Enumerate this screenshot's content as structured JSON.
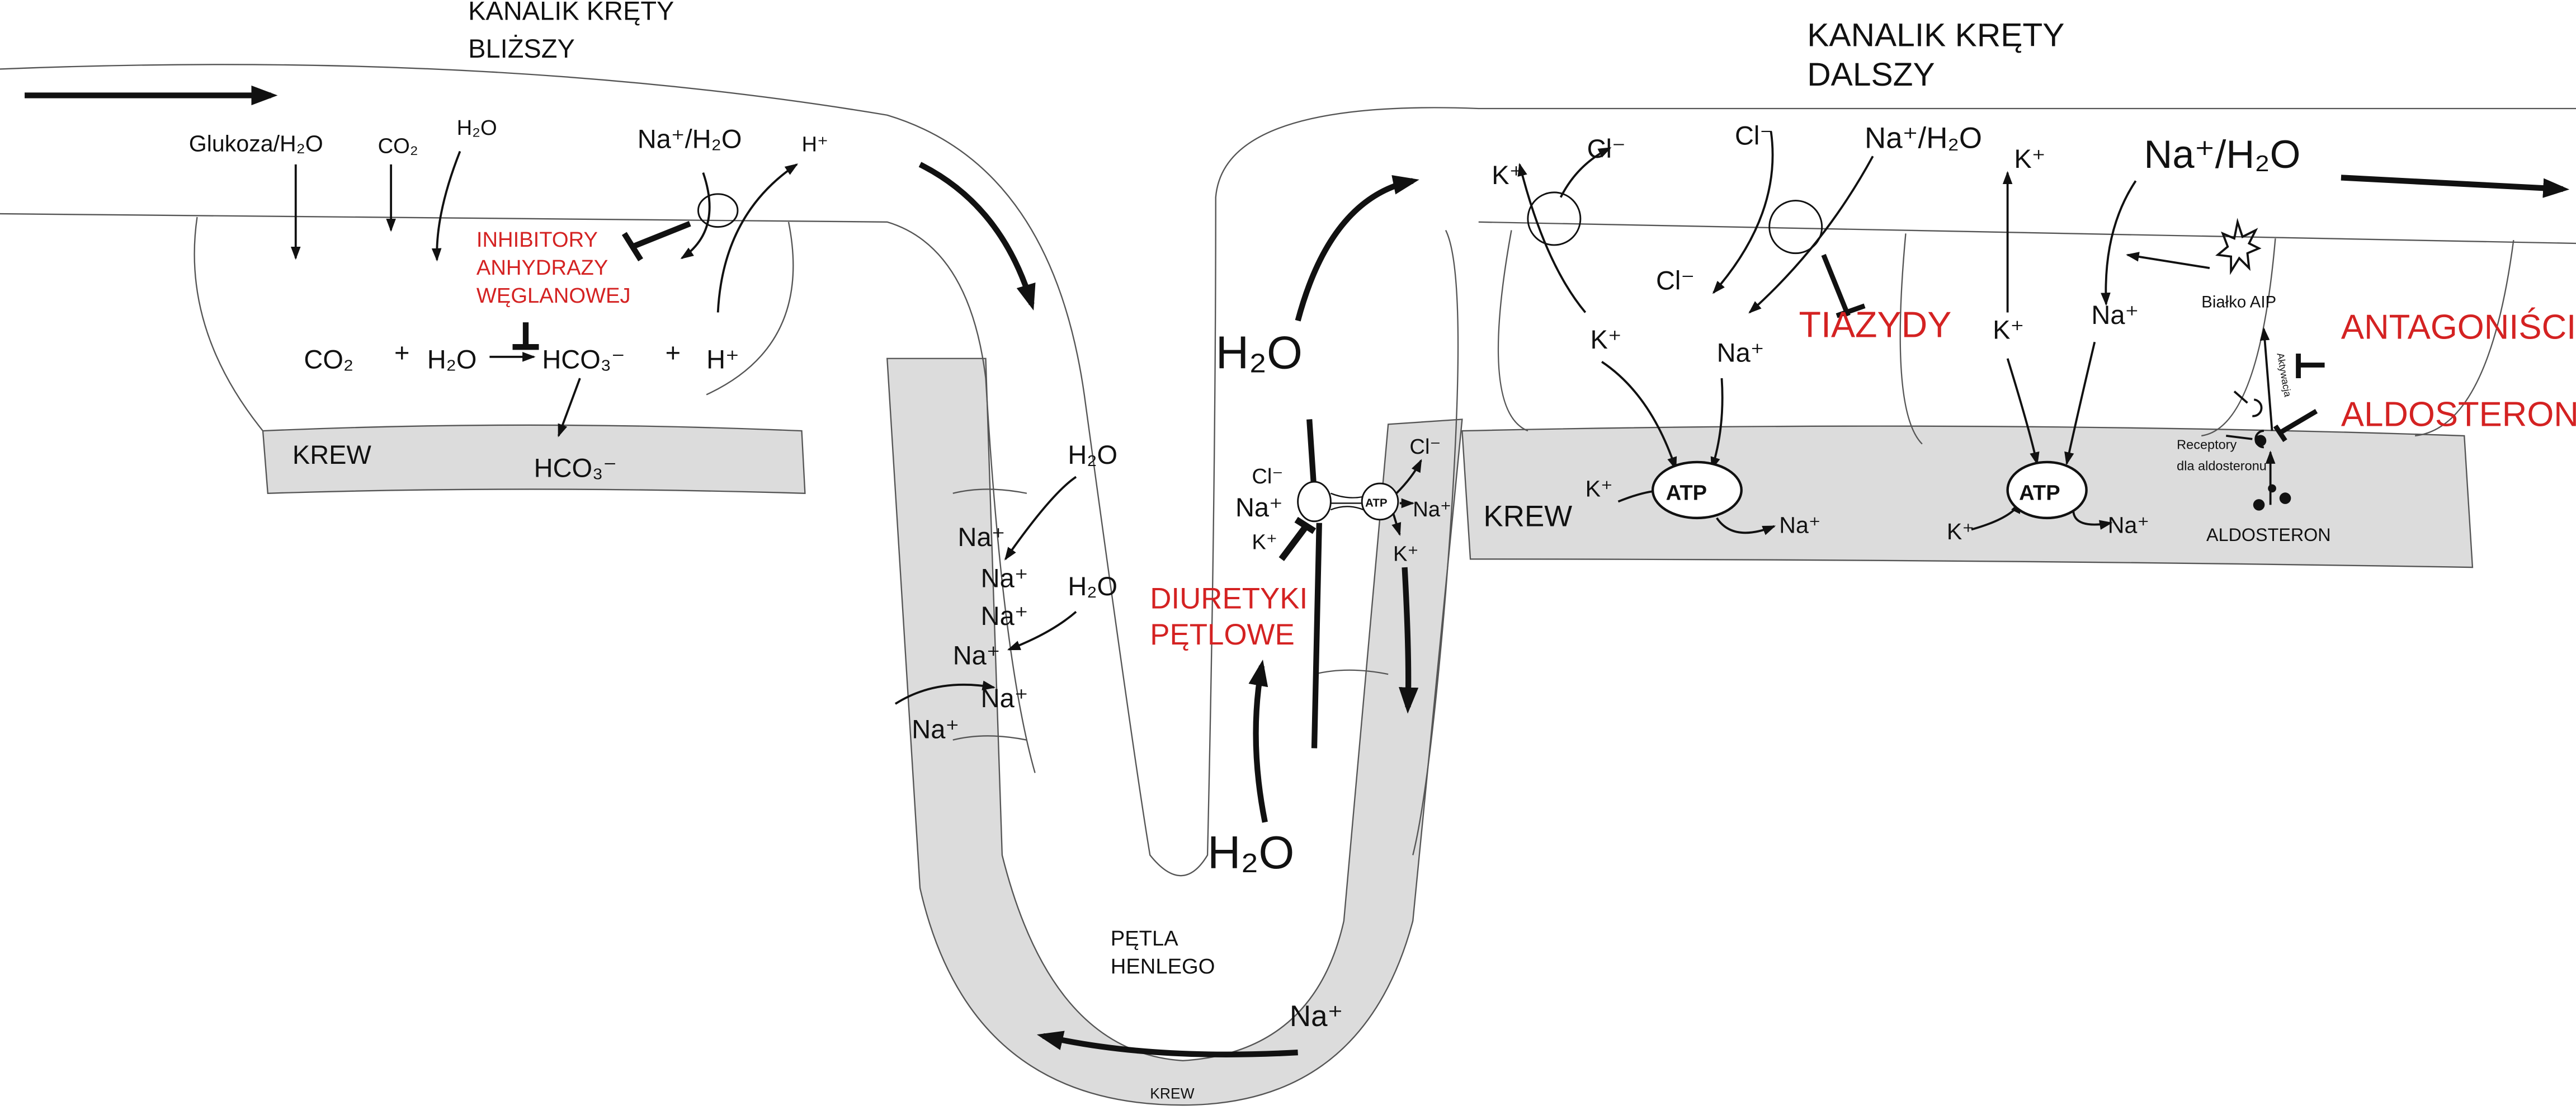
{
  "proximal": {
    "title1": "KANALIK KRĘTY",
    "title2": "BLIŻSZY",
    "glucose": "Glukoza/H₂O",
    "co2_top": "CO₂",
    "h2o_top": "H₂O",
    "na_h2o": "Na⁺/H₂O",
    "h_top": "H⁺",
    "inhibitor": [
      "INHIBITORY",
      "ANHYDRAZY",
      "WĘGLANOWEJ"
    ],
    "co2": "CO₂",
    "plus1": "+",
    "h2o": "H₂O",
    "hco3": "HCO₃⁻",
    "plus2": "+",
    "h": "H⁺",
    "blood": "KREW",
    "hco3_blood": "HCO₃⁻"
  },
  "loop": {
    "h2o_1": "H₂O",
    "na": [
      "Na⁺",
      "Na⁺",
      "Na⁺",
      "Na⁺",
      "Na⁺",
      "Na⁺"
    ],
    "h2o_2": "H₂O",
    "h2o_big": "H₂O",
    "cl": "Cl⁻",
    "na_in": "Na⁺",
    "k": "K⁺",
    "atp": "ATP",
    "cl_out": "Cl⁻",
    "na_out": "Na⁺",
    "k_out": "K⁺",
    "diuretics": [
      "DIURETYKI",
      "PĘTLOWE"
    ],
    "h2o_bottom": "H₂O",
    "name": [
      "PĘTLA",
      "HENLEGO"
    ],
    "na_bottom": "Na⁺",
    "blood": "KREW"
  },
  "distal": {
    "title1": "KANALIK KRĘTY",
    "title2": "DALSZY",
    "k1": "K⁺",
    "cl1": "Cl⁻",
    "cl2": "Cl⁻",
    "na_h2o1": "Na⁺/H₂O",
    "k2": "K⁺",
    "na_h2o2": "Na⁺/H₂O",
    "cl3": "Cl⁻",
    "k3": "K⁺",
    "na3": "Na⁺",
    "k4": "K⁺",
    "na4": "Na⁺",
    "thiazides": "TIAZYDY",
    "aip": "Białko AIP",
    "activation": "Aktywacja",
    "receptor": [
      "Receptory",
      "dla aldosteronu"
    ],
    "antagonists": [
      "ANTAGONIŚCI",
      "ALDOSTERONU"
    ],
    "blood": "KREW",
    "atp1": "ATP",
    "atp2": "ATP",
    "k5": "K⁺",
    "na5": "Na⁺",
    "k6": "K⁺",
    "na6": "Na⁺",
    "aldosterone": "ALDOSTERON"
  },
  "colors": {
    "drug": "#d42222",
    "blood": "#dcdcdc"
  }
}
